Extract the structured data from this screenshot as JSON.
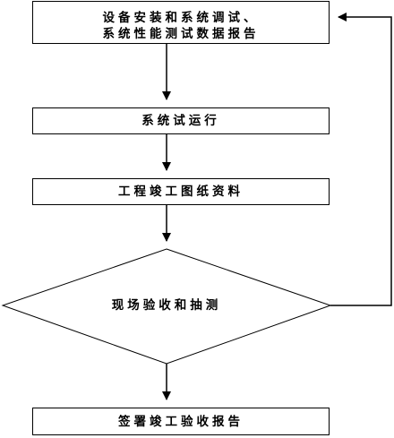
{
  "diagram": {
    "type": "flowchart",
    "colors": {
      "line": "#000000",
      "background": "#ffffff",
      "text": "#000000"
    },
    "nodes": [
      {
        "id": "install-debug",
        "shape": "rectangle",
        "lines": [
          "设备安装和系统调试、",
          "系统性能测试数据报告"
        ]
      },
      {
        "id": "trial-run",
        "shape": "rectangle",
        "lines": [
          "系统试运行"
        ]
      },
      {
        "id": "drawings",
        "shape": "rectangle",
        "lines": [
          "工程竣工图纸资料"
        ]
      },
      {
        "id": "inspection",
        "shape": "diamond",
        "lines": [
          "现场验收和抽测"
        ]
      },
      {
        "id": "report",
        "shape": "rectangle",
        "lines": [
          "签署竣工验收报告"
        ]
      }
    ],
    "edges": [
      {
        "from": "install-debug",
        "to": "trial-run"
      },
      {
        "from": "trial-run",
        "to": "drawings"
      },
      {
        "from": "drawings",
        "to": "inspection"
      },
      {
        "from": "inspection",
        "to": "report"
      },
      {
        "from": "inspection",
        "to": "install-debug",
        "kind": "feedback"
      }
    ]
  }
}
